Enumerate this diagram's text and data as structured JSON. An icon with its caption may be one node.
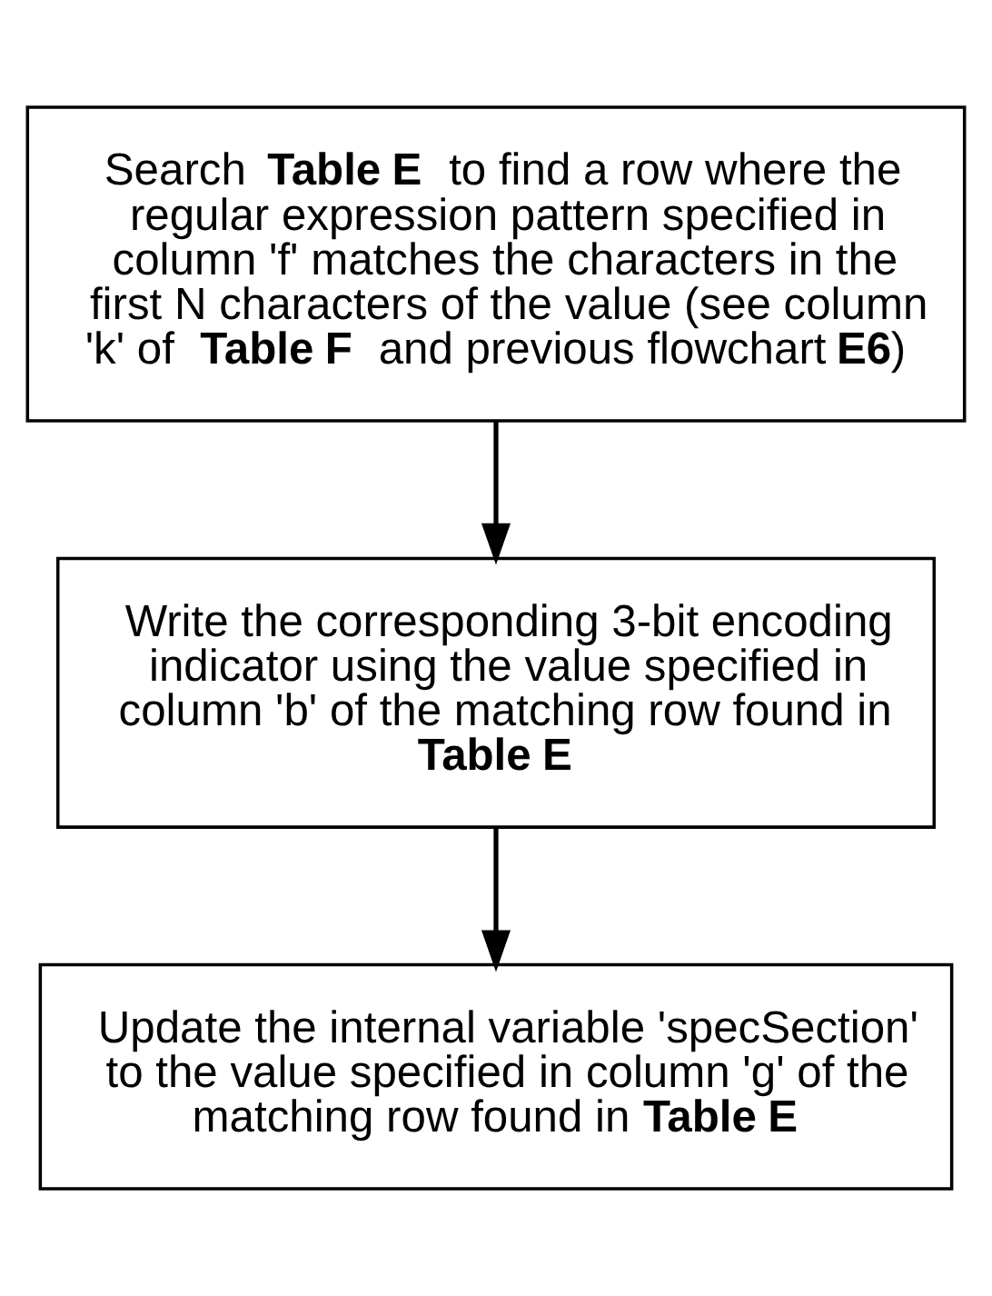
{
  "diagram": {
    "nodes": [
      {
        "text": [
          "Search **Table E** to find a row where the regular expression pattern specified in column 'f' matches the characters in the first N characters of the value (see column 'k' of **Table F** and previous flowchart **E6**)"
        ]
      },
      {
        "text": [
          "Write the corresponding 3-bit encoding indicator using the value specified in column 'b' of the matching row found in **Table E**"
        ]
      },
      {
        "text": [
          "Update the internal variable 'specSection' to the value specified in column 'g' of the matching row found in **Table E**"
        ]
      }
    ],
    "edges": [
      {
        "from": 0,
        "to": 1,
        "arrow": "to"
      },
      {
        "from": 1,
        "to": 2,
        "arrow": "to"
      }
    ]
  }
}
